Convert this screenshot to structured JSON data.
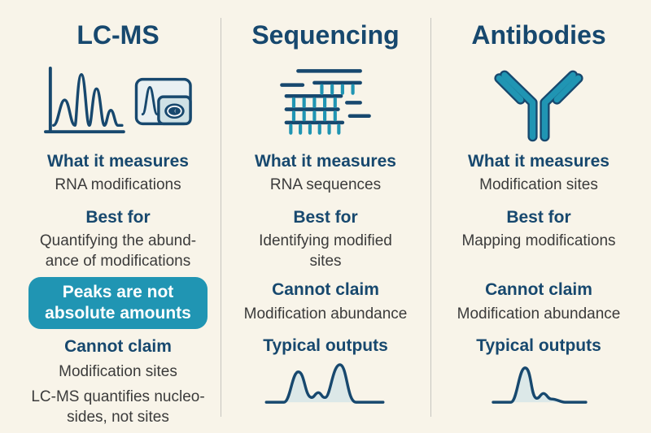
{
  "colors": {
    "background": "#f8f4e9",
    "navy": "#17486e",
    "teal": "#2095b3",
    "body_text": "#3b3b3b",
    "badge_background": "#2095b3",
    "badge_text": "#ffffff",
    "divider": "#c6c5c0",
    "curve_fill": "#dce8e8",
    "screen_fill": "#e9f0f2",
    "detector_fill": "#cfe1e5"
  },
  "columns": [
    {
      "title": "LC-MS",
      "icons": [
        "chromatogram-icon",
        "mass-spectrometer-icon"
      ],
      "what_heading": "What it measures",
      "what_text": "RNA modifications",
      "best_heading": "Best for",
      "best_lines": [
        "Quantifying the abund-",
        "ance of modifications"
      ],
      "badge_lines": [
        "Peaks are not",
        "absolute amounts"
      ],
      "cannot_heading": "Cannot claim",
      "cannot_text": "Modification sites",
      "note_lines": [
        "LC-MS quantifies nucleo-",
        "sides, not sites"
      ]
    },
    {
      "title": "Sequencing",
      "icons": [
        "sequencing-reads-icon"
      ],
      "what_heading": "What it measures",
      "what_text": "RNA sequences",
      "best_heading": "Best for",
      "best_lines": [
        "Identifying modified",
        "sites"
      ],
      "cannot_heading": "Cannot claim",
      "cannot_text": "Modification abundance",
      "outputs_heading": "Typical outputs",
      "output_icon": "two-peak-trace-icon"
    },
    {
      "title": "Antibodies",
      "icons": [
        "antibody-icon"
      ],
      "what_heading": "What it measures",
      "what_text": "Modification sites",
      "best_heading": "Best for",
      "best_lines": [
        "Mapping modifications"
      ],
      "cannot_heading": "Cannot claim",
      "cannot_text": "Modification abundance",
      "outputs_heading": "Typical outputs",
      "output_icon": "single-peak-trace-icon"
    }
  ]
}
